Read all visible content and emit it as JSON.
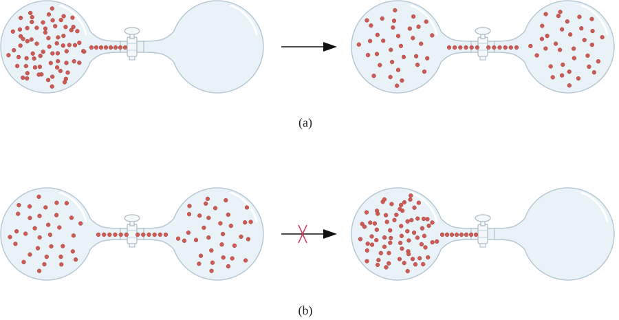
{
  "captions": {
    "a": "(a)",
    "b": "(b)"
  },
  "colors": {
    "flask_fill": "#e9f2f7",
    "flask_stroke": "#b4c6d1",
    "highlight": "#ffffff",
    "particle": "#cc5a55",
    "particle_edge": "#a8403c",
    "arrow": "#111111",
    "cross": "#d4375c"
  },
  "panels": [
    {
      "id": "a",
      "process": "spontaneous",
      "before": {
        "left_flask_particles": 72,
        "tube_particles": 8,
        "right_flask_particles": 0,
        "stopcock": "open"
      },
      "after": {
        "left_flask_particles": 34,
        "tube_particles": 13,
        "right_flask_particles": 34,
        "stopcock": "open"
      }
    },
    {
      "id": "b",
      "process": "non-spontaneous",
      "before": {
        "left_flask_particles": 34,
        "tube_particles": 13,
        "right_flask_particles": 34,
        "stopcock": "open"
      },
      "after": {
        "left_flask_particles": 72,
        "tube_particles": 8,
        "right_flask_particles": 0,
        "stopcock": "open"
      }
    }
  ]
}
